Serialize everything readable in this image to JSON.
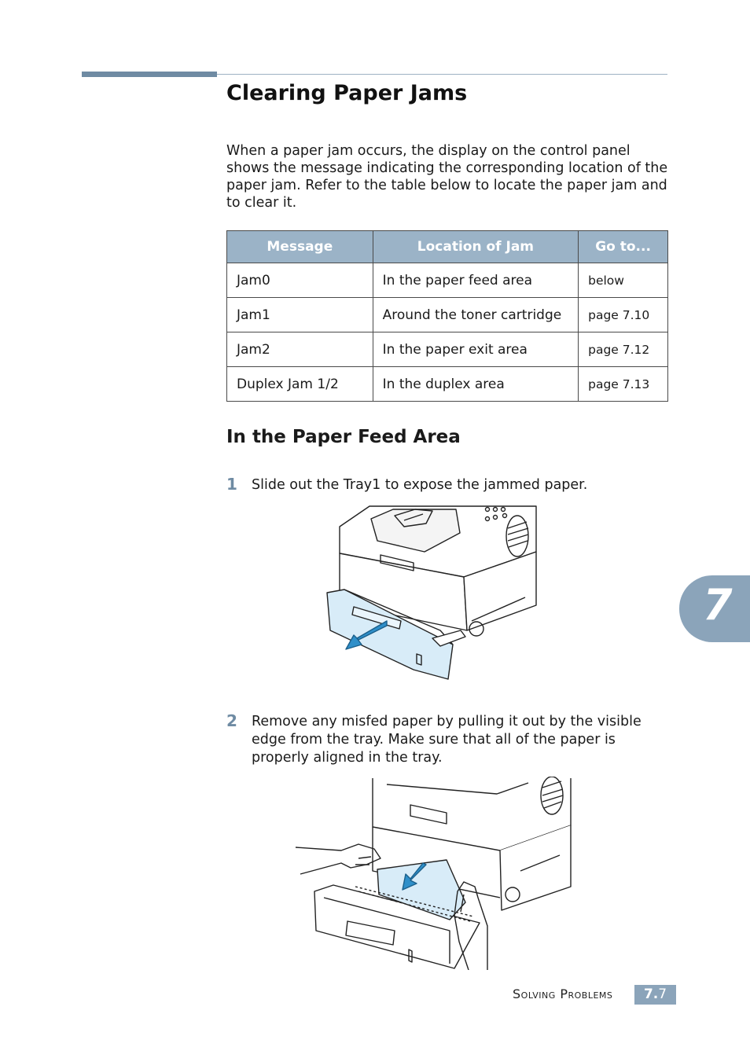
{
  "page": {
    "title": "Clearing Paper Jams",
    "intro": "When a paper jam occurs, the display on the control panel shows the message indicating the corresponding location of the paper jam. Refer to the table below to locate the paper jam and to clear it."
  },
  "jam_table": {
    "headers": [
      "Message",
      "Location of Jam",
      "Go to..."
    ],
    "rows": [
      [
        "Jam0",
        "In the paper feed area",
        "below"
      ],
      [
        "Jam1",
        "Around the toner cartridge",
        "page 7.10"
      ],
      [
        "Jam2",
        "In the paper exit area",
        "page 7.12"
      ],
      [
        "Duplex Jam 1/2",
        "In the duplex area",
        "page 7.13"
      ]
    ]
  },
  "section": {
    "heading": "In the Paper Feed Area",
    "steps": [
      {
        "num": "1",
        "text": "Slide out the Tray1 to expose the jammed paper."
      },
      {
        "num": "2",
        "text": "Remove any misfed paper by pulling it out by the visible edge from the tray. Make sure that all of the paper is properly aligned in the tray."
      }
    ]
  },
  "chapter_tab": {
    "number": "7"
  },
  "footer": {
    "label": "Solving Problems",
    "page_major": "7.",
    "page_minor": "7"
  },
  "colors": {
    "accent": "#6f8ba3",
    "table_header": "#9bb3c7",
    "arrow": "#2f8fc9",
    "tray_fill": "#d8ecf8"
  }
}
